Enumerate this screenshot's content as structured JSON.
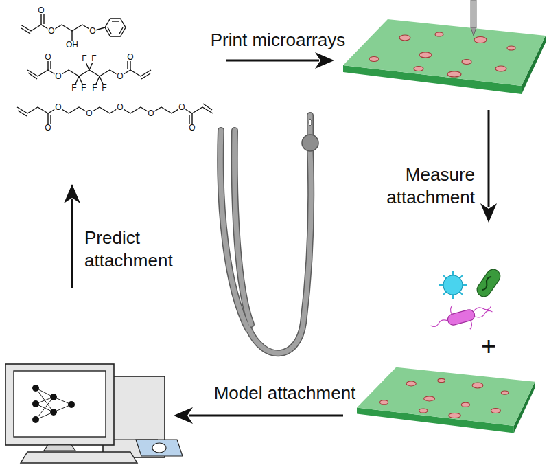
{
  "diagram": {
    "labels": [
      "Print microarrays",
      "Measure attachment",
      "+",
      "Model attachment",
      "Predict attachment",
      "O",
      "O",
      "OH",
      "O",
      "O",
      "O",
      "F",
      "F",
      "F",
      "F",
      "F",
      "F",
      "O",
      "O",
      "O",
      "O",
      "O",
      "O",
      "O",
      "O",
      "O"
    ]
  }
}
